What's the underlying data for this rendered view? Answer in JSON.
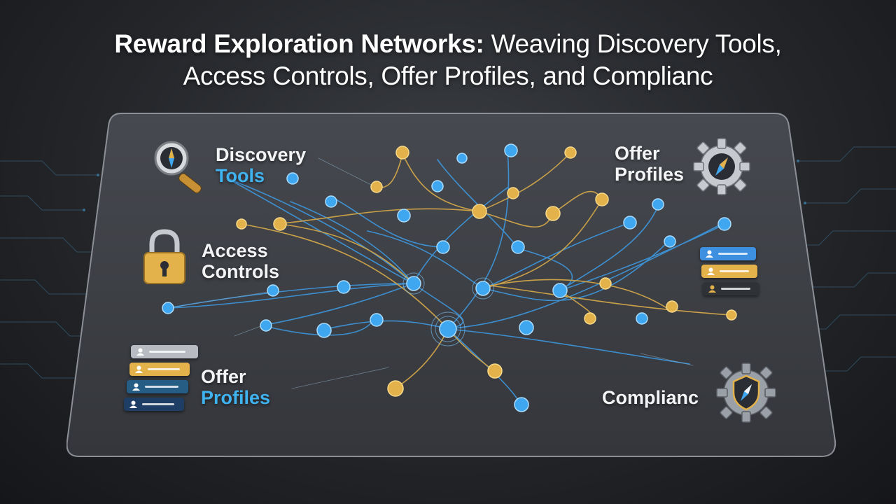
{
  "title": {
    "line1_strong": "Reward Exploration Networks:",
    "line1_light": "Weaving Discovery Tools,",
    "line2": "Access Controls, Offer Profiles, and Complianc"
  },
  "labels": {
    "discovery": {
      "line1": "Discovery",
      "line2": "Tools"
    },
    "access": {
      "line1": "Access",
      "line2": "Controls"
    },
    "offer_bottom": {
      "line1": "Offer",
      "line2": "Profiles"
    },
    "offer_top": {
      "line1": "Offer",
      "line2": "Profiles"
    },
    "compliance": {
      "line1": "Complianc"
    }
  },
  "colors": {
    "blue_node": "#3fa6f0",
    "gold_node": "#e3b24a",
    "accent_text": "#3fb3f0",
    "plate": "#3c3f44"
  },
  "icons": [
    "magnifier-compass-icon",
    "padlock-icon",
    "profile-cards-icon",
    "gear-compass-icon",
    "gear-shield-icon"
  ]
}
